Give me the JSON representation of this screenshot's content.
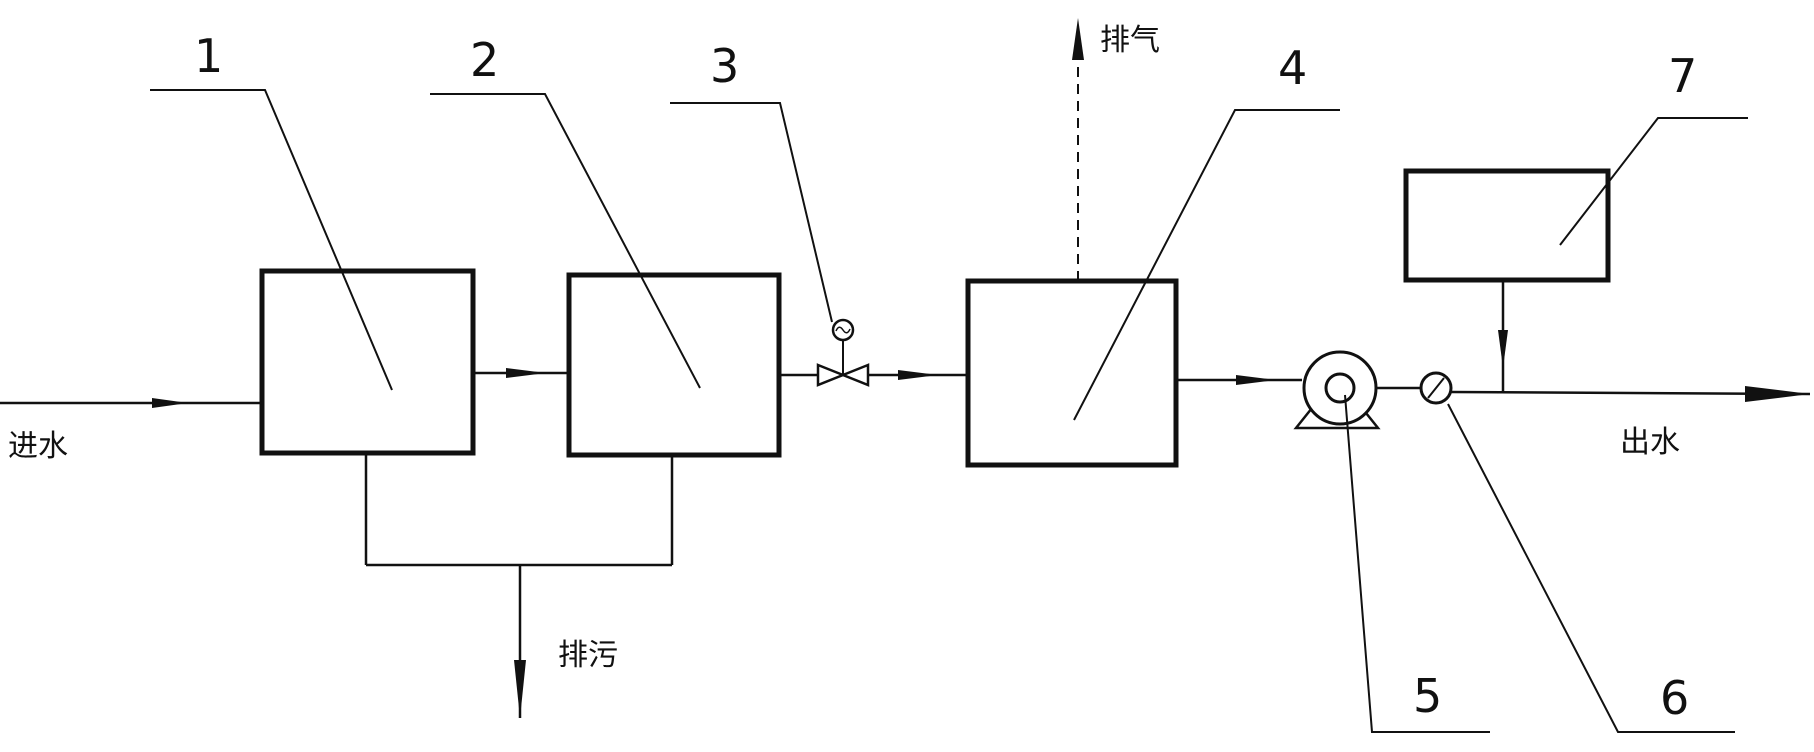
{
  "components": [
    {
      "id": "1",
      "label": "1"
    },
    {
      "id": "2",
      "label": "2"
    },
    {
      "id": "3",
      "label": "3"
    },
    {
      "id": "4",
      "label": "4"
    },
    {
      "id": "5",
      "label": "5"
    },
    {
      "id": "6",
      "label": "6"
    },
    {
      "id": "7",
      "label": "7"
    }
  ],
  "flows": {
    "inlet": "进水",
    "outlet": "出水",
    "exhaust": "排气",
    "sewage": "排污"
  }
}
